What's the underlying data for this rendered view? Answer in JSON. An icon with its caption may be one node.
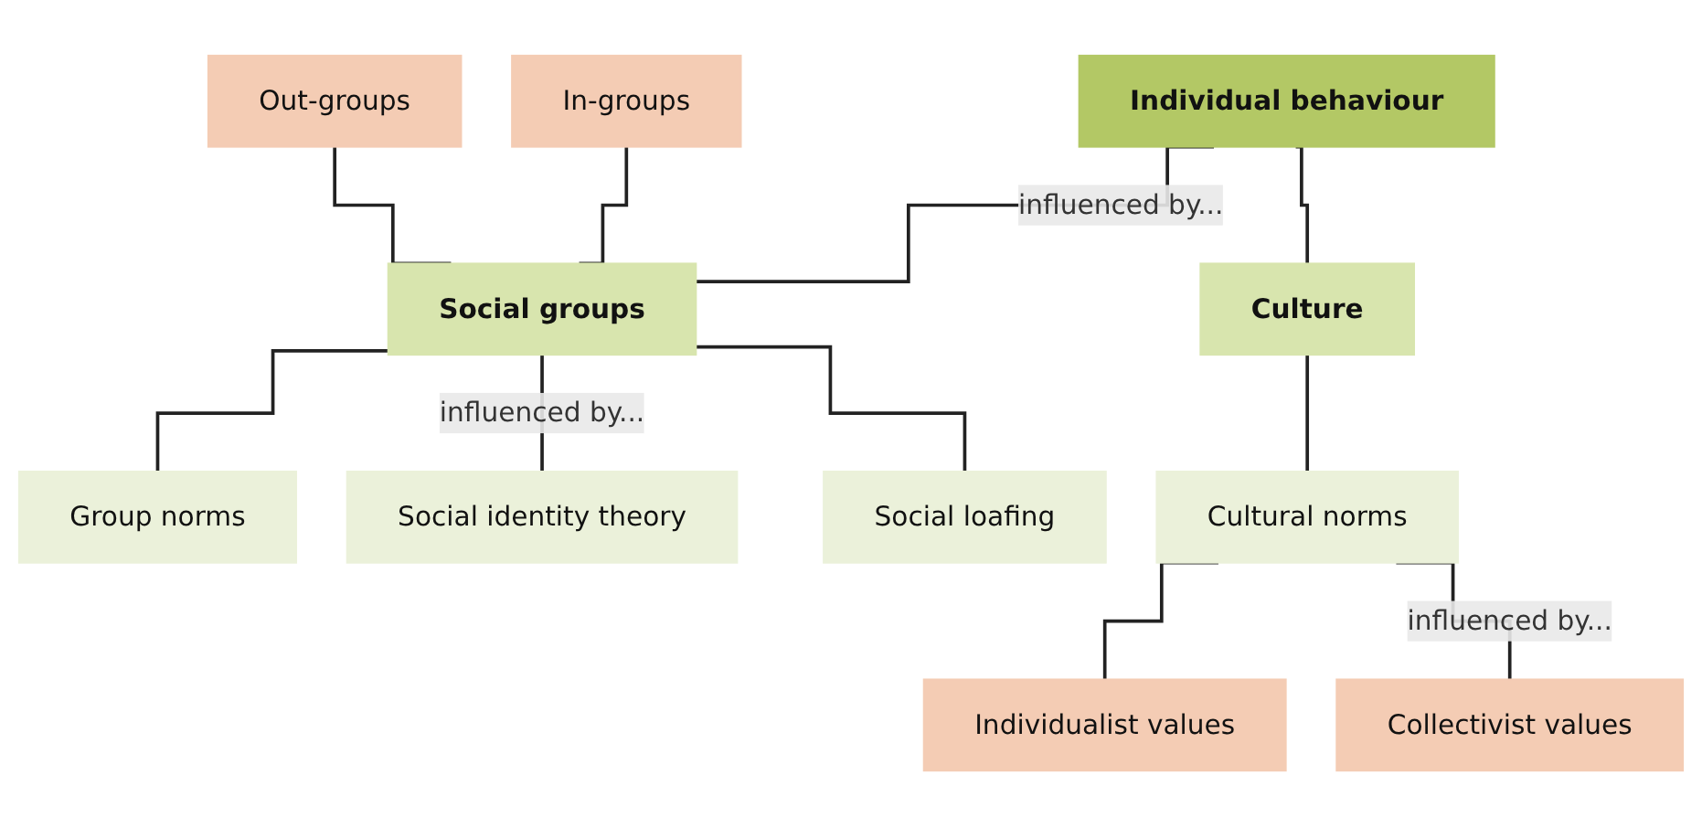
{
  "diagram": {
    "nodes": [
      {
        "text": [
          "Individual behaviour"
        ]
      },
      {
        "text": [
          "In-groups"
        ]
      },
      {
        "text": [
          "Social groups"
        ]
      },
      {
        "text": [
          "Culture"
        ]
      },
      {
        "text": [
          "Out-groups"
        ]
      },
      {
        "text": [
          "Group norms"
        ]
      },
      {
        "text": [
          "Social identity theory"
        ]
      },
      {
        "text": [
          "Social loafing"
        ]
      },
      {
        "text": [
          "Cultural norms"
        ]
      },
      {
        "text": [
          "Individualist values"
        ]
      },
      {
        "text": [
          "Collectivist values"
        ]
      }
    ],
    "edges": [
      {
        "from": 0,
        "to": 2,
        "arrow": "none",
        "label": "influenced by..."
      },
      {
        "from": 0,
        "to": 3,
        "arrow": "none"
      },
      {
        "from": 1,
        "to": 2,
        "arrow": "none"
      },
      {
        "from": 4,
        "to": 2,
        "arrow": "none"
      },
      {
        "from": 2,
        "to": 5,
        "arrow": "none"
      },
      {
        "from": 2,
        "to": 6,
        "arrow": "none",
        "label": "influenced by..."
      },
      {
        "from": 2,
        "to": 7,
        "arrow": "none"
      },
      {
        "from": 3,
        "to": 8,
        "arrow": "none"
      },
      {
        "from": 8,
        "to": 9,
        "arrow": "none"
      },
      {
        "from": 8,
        "to": 10,
        "arrow": "none",
        "label": "influenced by..."
      }
    ]
  }
}
